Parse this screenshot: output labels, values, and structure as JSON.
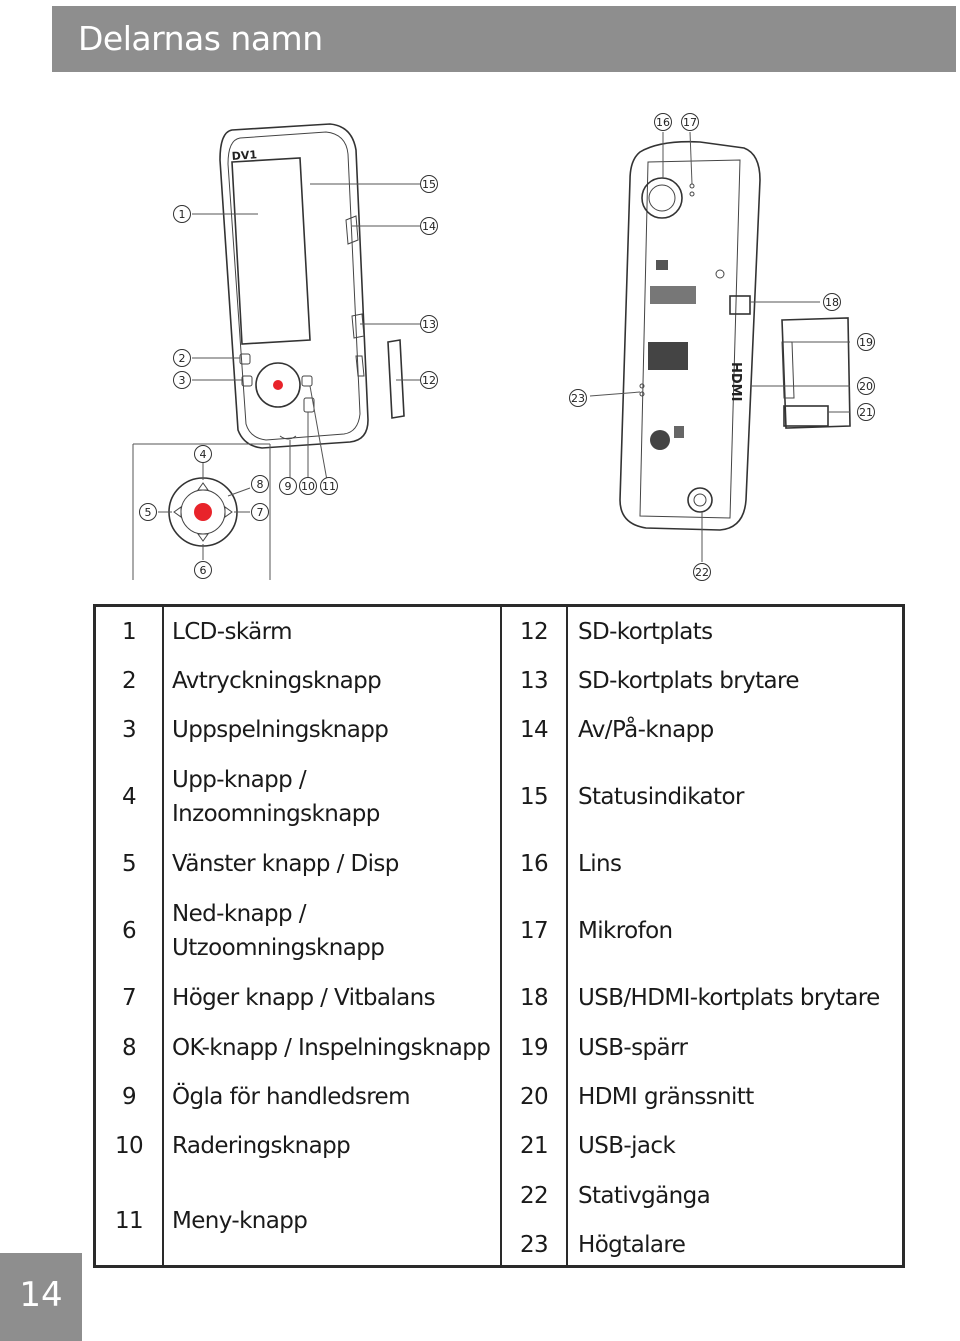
{
  "header": {
    "title": "Delarnas namn"
  },
  "diagram": {
    "callouts": [
      "1",
      "2",
      "3",
      "4",
      "5",
      "6",
      "7",
      "8",
      "9",
      "10",
      "11",
      "12",
      "13",
      "14",
      "15",
      "16",
      "17",
      "18",
      "19",
      "20",
      "21",
      "22",
      "23"
    ],
    "device_model": "DV1"
  },
  "parts": {
    "left": [
      {
        "num": "1",
        "label": "LCD-skärm"
      },
      {
        "num": "2",
        "label": "Avtryckningsknapp"
      },
      {
        "num": "3",
        "label": "Uppspelningsknapp"
      },
      {
        "num": "4",
        "label_line1": "Upp-knapp /",
        "label_line2": "Inzoomningsknapp"
      },
      {
        "num": "5",
        "label": "Vänster knapp / Disp"
      },
      {
        "num": "6",
        "label_line1": "Ned-knapp /",
        "label_line2": "Utzoomningsknapp"
      },
      {
        "num": "7",
        "label": "Höger knapp / Vitbalans"
      },
      {
        "num": "8",
        "label": "OK-knapp / Inspelningsknapp"
      },
      {
        "num": "9",
        "label": "Ögla för handledsrem"
      },
      {
        "num": "10",
        "label": "Raderingsknapp"
      },
      {
        "num": "11",
        "label": "Meny-knapp"
      }
    ],
    "right": [
      {
        "num": "12",
        "label": "SD-kortplats"
      },
      {
        "num": "13",
        "label": "SD-kortplats brytare"
      },
      {
        "num": "14",
        "label": "Av/På-knapp"
      },
      {
        "num": "15",
        "label": "Statusindikator"
      },
      {
        "num": "16",
        "label": "Lins"
      },
      {
        "num": "17",
        "label": "Mikrofon"
      },
      {
        "num": "18",
        "label": "USB/HDMI-kortplats brytare"
      },
      {
        "num": "19",
        "label": "USB-spärr"
      },
      {
        "num": "20",
        "label": "HDMI gränssnitt"
      },
      {
        "num": "21",
        "label": "USB-jack"
      },
      {
        "num": "22",
        "label": "Stativgänga"
      },
      {
        "num": "23",
        "label": "Högtalare"
      }
    ]
  },
  "footer": {
    "page_number": "14"
  },
  "colors": {
    "header_bg": "#8e8e8e",
    "record_button": "#e8232a"
  }
}
